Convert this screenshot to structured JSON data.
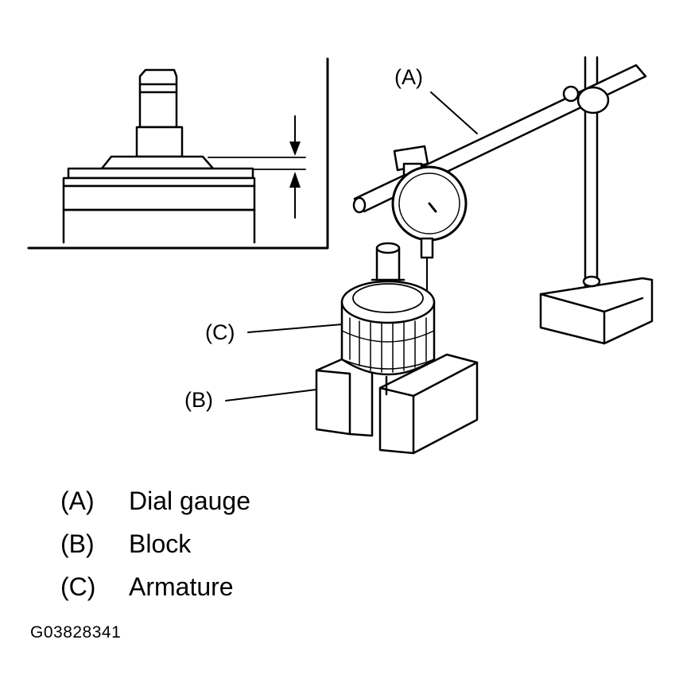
{
  "callouts": {
    "a": "(A)",
    "b": "(B)",
    "c": "(C)"
  },
  "legend": [
    {
      "letter": "(A)",
      "text": "Dial gauge"
    },
    {
      "letter": "(B)",
      "text": "Block"
    },
    {
      "letter": "(C)",
      "text": "Armature"
    }
  ],
  "figure_code": "G03828341"
}
